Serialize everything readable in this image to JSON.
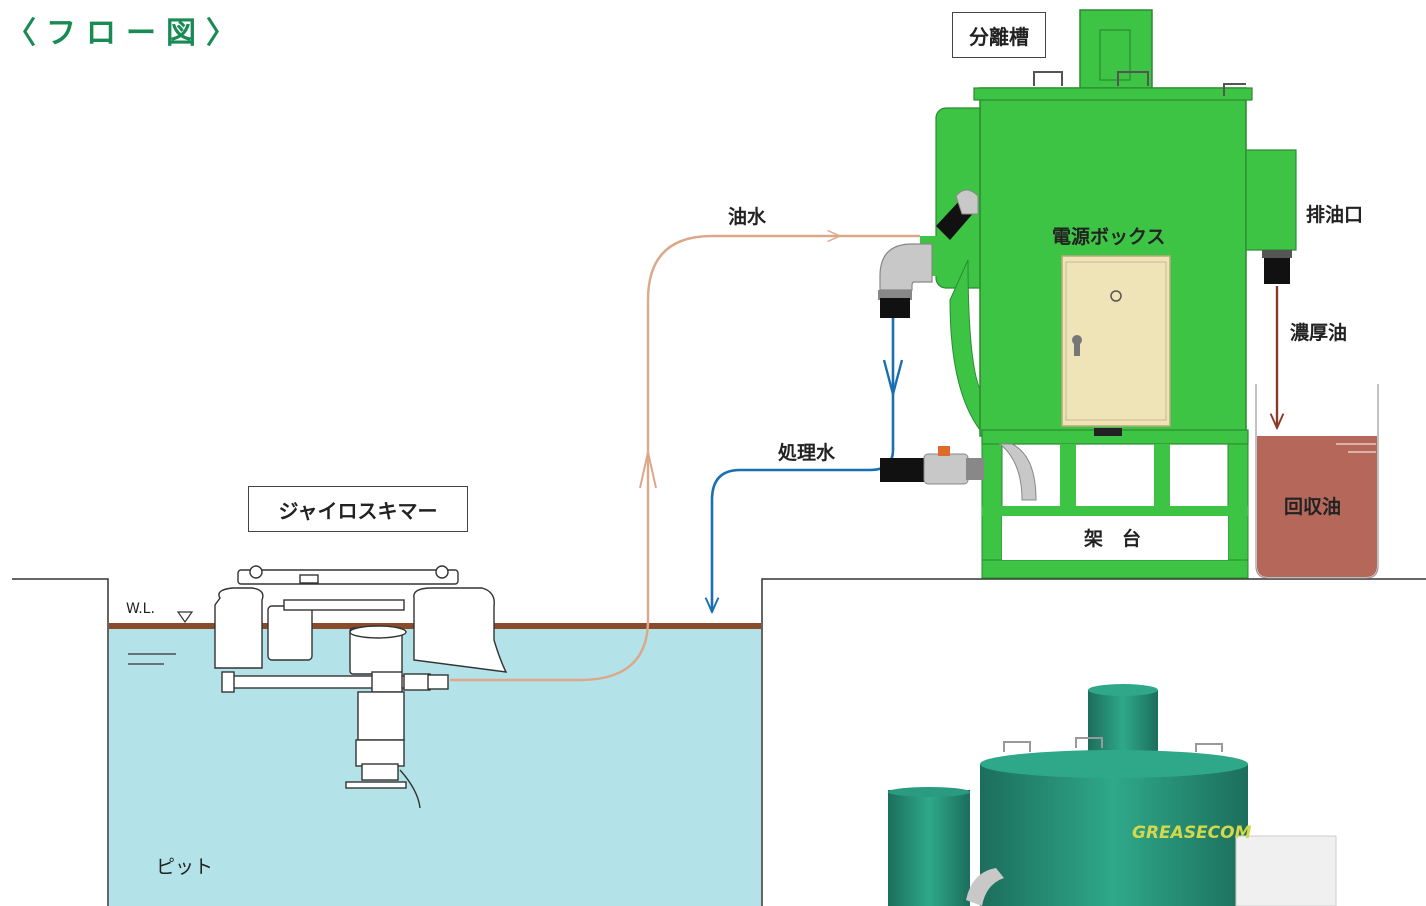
{
  "title": "〈フロー図〉",
  "labels": {
    "separator_tank": "分離槽",
    "gyro_skimmer": "ジャイロスキマー",
    "oily_water": "油水",
    "treated_water": "処理水",
    "oil_outlet": "排油口",
    "concentrated_oil": "濃厚油",
    "recovered_oil": "回収油",
    "power_box": "電源ボックス",
    "stand": "架　台",
    "water_level": "W.L.",
    "pit": "ピット",
    "brand_text": "GREASECOM"
  },
  "colors": {
    "title": "#1a8a55",
    "tank_green": "#3ec445",
    "tank_green_dark": "#2e9a35",
    "box_beige": "#efe3b8",
    "water": "#b3e3e8",
    "water_surface": "#8a4a2c",
    "oily_water_line": "#dca88a",
    "treated_water_line": "#1a6fb0",
    "oil_line": "#8b3a2a",
    "recovered_oil": "#b5685a",
    "teal_tank": "#2a9a80"
  }
}
